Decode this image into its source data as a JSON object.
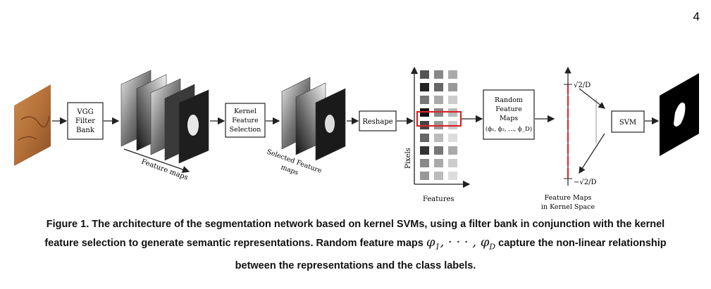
{
  "page": {
    "number": "4"
  },
  "figure": {
    "boxes": {
      "vgg": [
        "VGG",
        "Filter",
        "Bank"
      ],
      "kernel": [
        "Kernel",
        "Feature",
        "Selection"
      ],
      "reshape": [
        "Reshape"
      ],
      "rfm": [
        "Random",
        "Feature",
        "Maps",
        "(ϕ₁, ϕ₂, ..., ϕ_D)"
      ],
      "svm": [
        "SVM"
      ]
    },
    "labels": {
      "feature_maps": "Feature maps",
      "selected_feature_maps_1": "Selected Feature",
      "selected_feature_maps_2": "maps",
      "pixels": "Pixels",
      "features": "Features",
      "top_value": "√2/D",
      "bottom_value": "−√2/D",
      "kernel_space_1": "Feature Maps",
      "kernel_space_2": "in Kernel Space"
    },
    "colors": {
      "highlight": "#d9252b",
      "axis_line": "#e02a2a",
      "panel_line": "#222222"
    }
  },
  "caption": {
    "line1": "Figure 1. The architecture of the segmentation network based on kernel SVMs, using a filter bank in conjunction with the kernel",
    "line2_before": "feature selection to generate semantic representations. Random feature maps",
    "math_phi1": "φ",
    "math_sub1": "1",
    "math_dots": ", · · · , ",
    "math_phiD": "φ",
    "math_subD": "D",
    "line2_after": "capture the non-linear relationship",
    "line3": "between the representations and the class labels."
  }
}
